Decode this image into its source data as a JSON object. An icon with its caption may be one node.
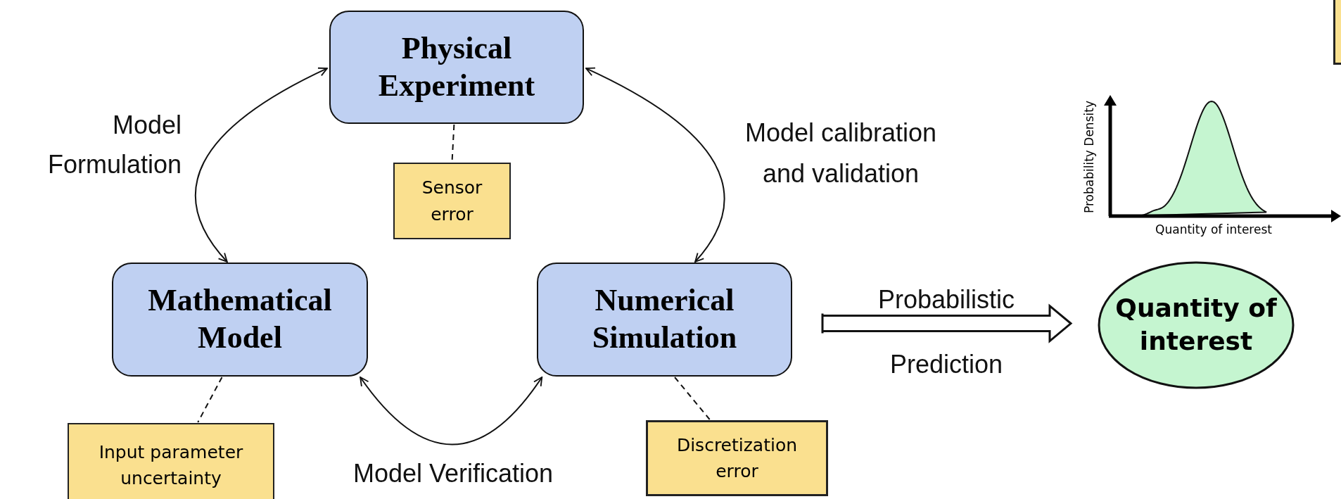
{
  "diagram": {
    "nodes": [
      {
        "text": [
          "Physical Experiment"
        ]
      },
      {
        "text": [
          "Sensor error"
        ]
      },
      {
        "text": [
          "Mathematical Model"
        ]
      },
      {
        "text": [
          "Numerical Simulation"
        ]
      },
      {
        "text": [
          "Input parameter uncertainty"
        ]
      },
      {
        "text": [
          "Discretization error"
        ]
      },
      {
        "text": [
          "Quantity of interest"
        ]
      },
      {
        "text": [],
        "shape": "box"
      }
    ],
    "edges": [
      {
        "from": 0,
        "to": 1,
        "arrow": "none",
        "style": "dashed"
      },
      {
        "from": 2,
        "to": 4,
        "arrow": "none",
        "style": "dashed"
      },
      {
        "from": 3,
        "to": 5,
        "arrow": "none",
        "style": "dashed"
      },
      {
        "from": 2,
        "to": 0,
        "arrow": "both",
        "label": "Model Formulation"
      },
      {
        "from": 0,
        "to": 3,
        "arrow": "both",
        "label": "Model calibration and validation"
      },
      {
        "from": 2,
        "to": 3,
        "arrow": "both",
        "label": "Model Verification"
      },
      {
        "from": 3,
        "to": 6,
        "arrow": "to",
        "label": "Probabilistic Prediction",
        "style": "thick"
      }
    ],
    "labels": [
      "Probability Density",
      "Quantity of interest"
    ]
  }
}
